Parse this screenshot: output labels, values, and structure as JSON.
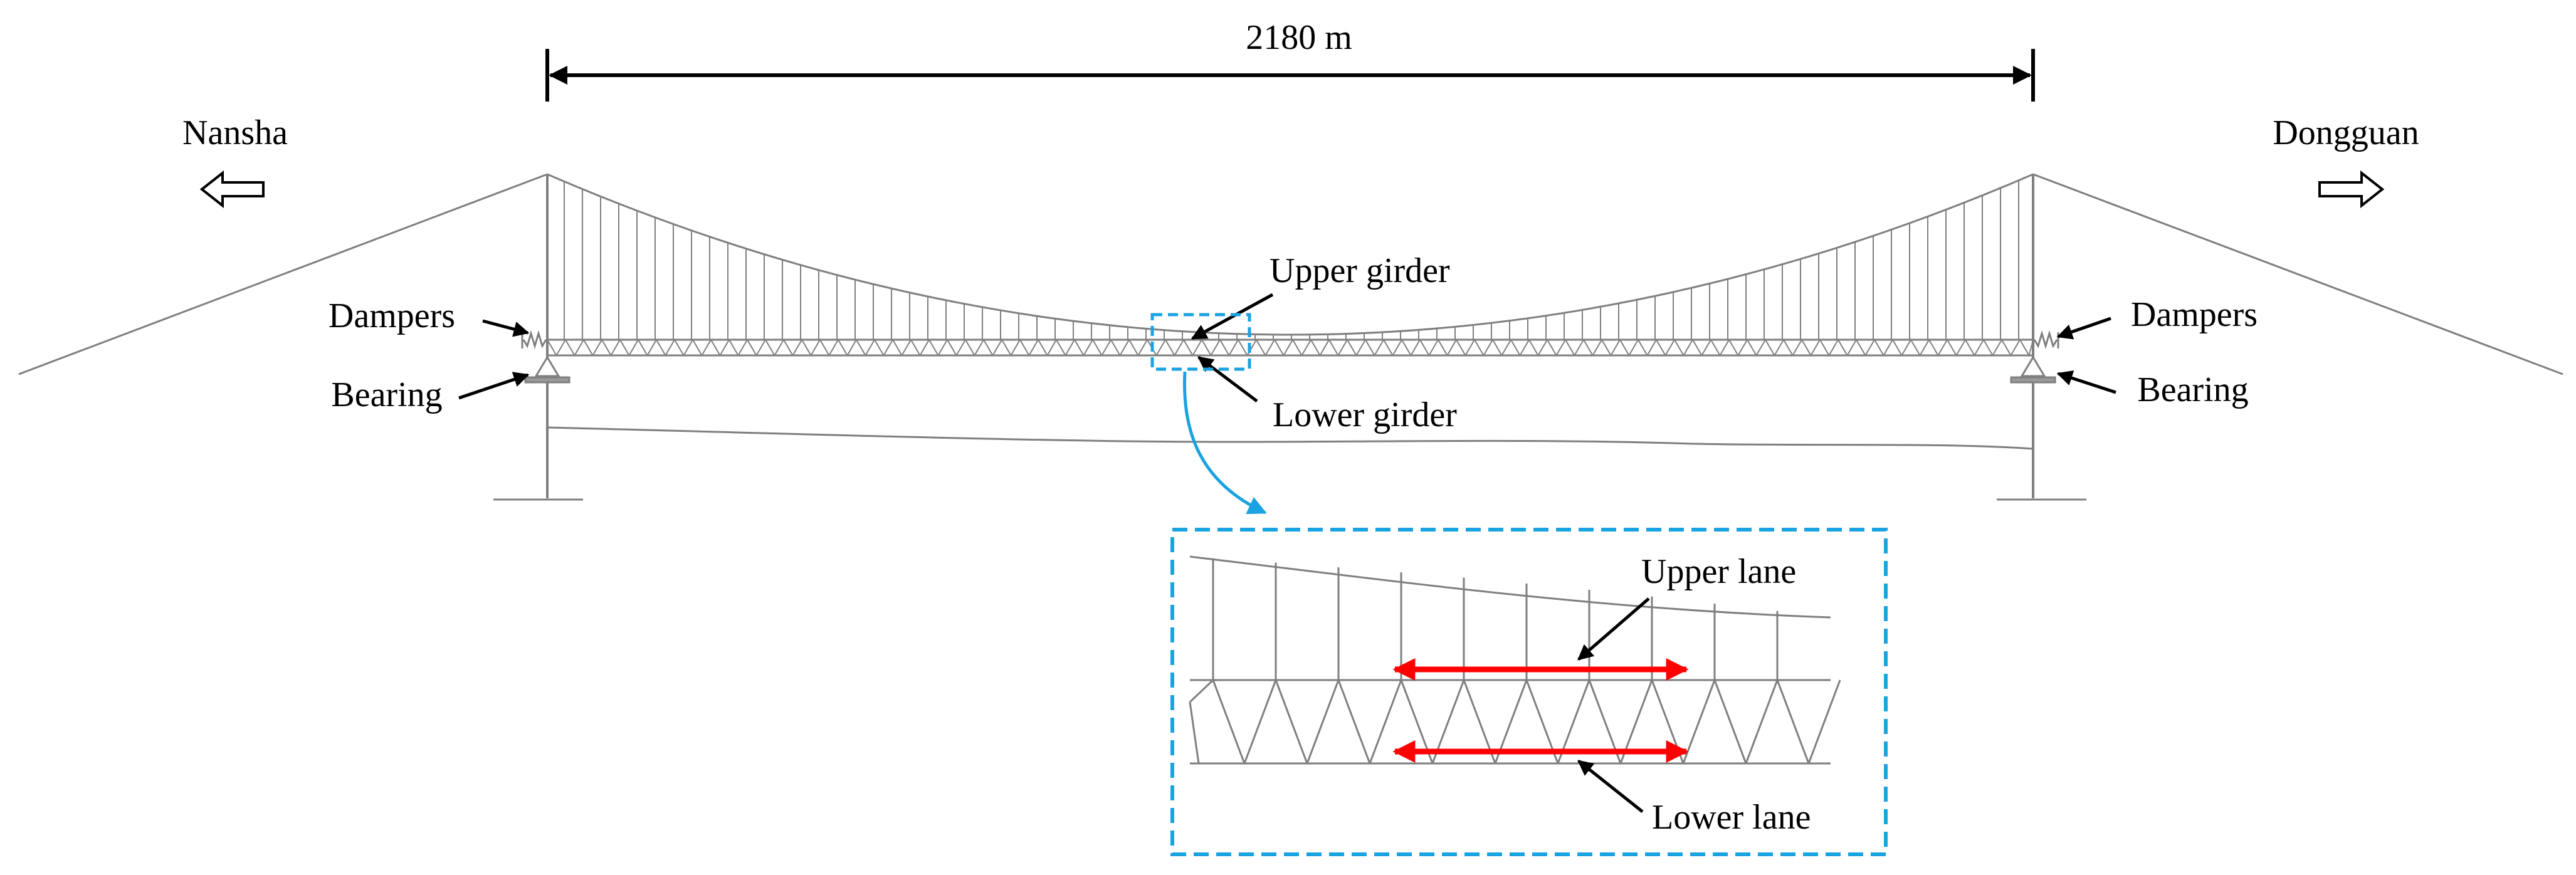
{
  "labels": {
    "span": "2180 m",
    "left_direction": "Nansha",
    "right_direction": "Dongguan",
    "upper_girder": "Upper girder",
    "lower_girder": "Lower girder",
    "dampers_left": "Dampers",
    "bearing_left": "Bearing",
    "dampers_right": "Dampers",
    "bearing_right": "Bearing",
    "upper_lane": "Upper lane",
    "lower_lane": "Lower lane"
  },
  "colors": {
    "structure": "#7f7f7f",
    "text": "#000000",
    "callout": "#1aa3e0",
    "lane_arrow": "#ff0000"
  }
}
